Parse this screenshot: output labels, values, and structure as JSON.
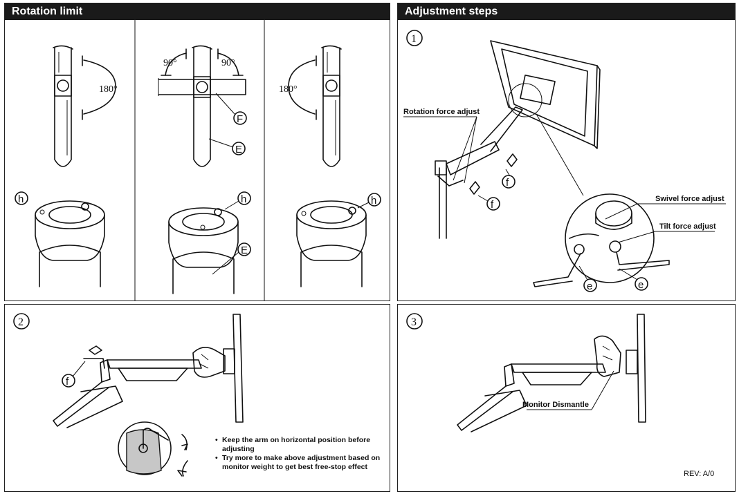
{
  "panels": {
    "rotation_limit": {
      "title": "Rotation limit"
    },
    "adjustment_steps": {
      "title": "Adjustment steps"
    }
  },
  "angles": {
    "left": "180°",
    "middle_left": "90°",
    "middle_right": "90°",
    "right": "180°"
  },
  "part_labels": {
    "E": "E",
    "F": "F",
    "h": "h",
    "f": "f",
    "e": "e"
  },
  "steps": {
    "one": "1",
    "two": "2",
    "three": "3"
  },
  "callouts": {
    "rotation_force": "Rotation force adjust",
    "swivel_force": "Swivel force adjust",
    "tilt_force": "Tilt force adjust",
    "monitor_dismantle": "Monitor Dismantle"
  },
  "notes": [
    "Keep the arm on horizontal position before adjusting",
    "Try more to make above adjustment based on monitor weight to get best free-stop effect"
  ],
  "revision": "REV: A/0",
  "colors": {
    "header_bg": "#1a1a1a",
    "header_text": "#ffffff",
    "line": "#111111"
  }
}
